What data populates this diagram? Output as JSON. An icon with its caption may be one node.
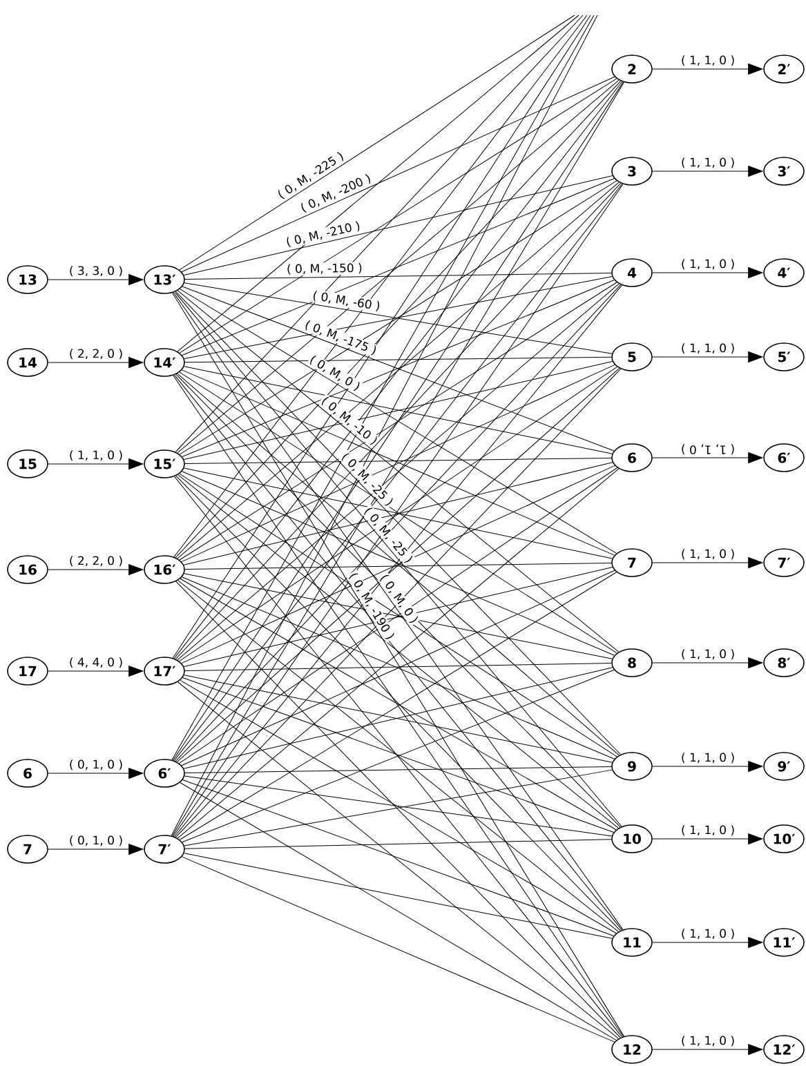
{
  "diagram": {
    "nodes": [
      {
        "text": [
          "13"
        ]
      },
      {
        "text": [
          "13′"
        ]
      },
      {
        "text": [
          "14"
        ]
      },
      {
        "text": [
          "14′"
        ]
      },
      {
        "text": [
          "15"
        ]
      },
      {
        "text": [
          "15′"
        ]
      },
      {
        "text": [
          "16"
        ]
      },
      {
        "text": [
          "16′"
        ]
      },
      {
        "text": [
          "17"
        ]
      },
      {
        "text": [
          "17′"
        ]
      },
      {
        "text": [
          "6"
        ]
      },
      {
        "text": [
          "6′"
        ]
      },
      {
        "text": [
          "7"
        ]
      },
      {
        "text": [
          "7′"
        ]
      },
      {
        "text": [
          "2"
        ]
      },
      {
        "text": [
          "2′"
        ]
      },
      {
        "text": [
          "3"
        ]
      },
      {
        "text": [
          "3′"
        ]
      },
      {
        "text": [
          "4"
        ]
      },
      {
        "text": [
          "4′"
        ]
      },
      {
        "text": [
          "5"
        ]
      },
      {
        "text": [
          "5′"
        ]
      },
      {
        "text": [
          "6"
        ]
      },
      {
        "text": [
          "6′"
        ]
      },
      {
        "text": [
          "7"
        ]
      },
      {
        "text": [
          "7′"
        ]
      },
      {
        "text": [
          "8"
        ]
      },
      {
        "text": [
          "8′"
        ]
      },
      {
        "text": [
          "9"
        ]
      },
      {
        "text": [
          "9′"
        ]
      },
      {
        "text": [
          "10"
        ]
      },
      {
        "text": [
          "10′"
        ]
      },
      {
        "text": [
          "11"
        ]
      },
      {
        "text": [
          "11′"
        ]
      },
      {
        "text": [
          "12"
        ]
      },
      {
        "text": [
          "12′"
        ]
      }
    ],
    "edges": [
      {
        "from": 0,
        "to": 1,
        "arrow": "to",
        "label": "( 3, 3, 0 )"
      },
      {
        "from": 2,
        "to": 3,
        "arrow": "to",
        "label": "( 2, 2, 0 )"
      },
      {
        "from": 4,
        "to": 5,
        "arrow": "to",
        "label": "( 1, 1, 0 )"
      },
      {
        "from": 6,
        "to": 7,
        "arrow": "to",
        "label": "( 2, 2, 0 )"
      },
      {
        "from": 8,
        "to": 9,
        "arrow": "to",
        "label": "( 4, 4, 0 )"
      },
      {
        "from": 10,
        "to": 11,
        "arrow": "to",
        "label": "( 0, 1, 0 )"
      },
      {
        "from": 12,
        "to": 13,
        "arrow": "to",
        "label": "( 0, 1, 0 )"
      },
      {
        "from": 14,
        "to": 15,
        "arrow": "to",
        "label": "( 1, 1, 0 )"
      },
      {
        "from": 16,
        "to": 17,
        "arrow": "to",
        "label": "( 1, 1, 0 )"
      },
      {
        "from": 18,
        "to": 19,
        "arrow": "to",
        "label": "( 1, 1, 0 )"
      },
      {
        "from": 20,
        "to": 21,
        "arrow": "to",
        "label": "( 1, 1, 0 )"
      },
      {
        "from": 22,
        "to": 23,
        "arrow": "to",
        "label": "( 1, 1, 0 )"
      },
      {
        "from": 24,
        "to": 25,
        "arrow": "to",
        "label": "( 1, 1, 0 )"
      },
      {
        "from": 26,
        "to": 27,
        "arrow": "to",
        "label": "( 1, 1, 0 )"
      },
      {
        "from": 28,
        "to": 29,
        "arrow": "to",
        "label": "( 1, 1, 0 )"
      },
      {
        "from": 30,
        "to": 31,
        "arrow": "to",
        "label": "( 1, 1, 0 )"
      },
      {
        "from": 32,
        "to": 33,
        "arrow": "to",
        "label": "( 1, 1, 0 )"
      },
      {
        "from": 34,
        "to": 35,
        "arrow": "to",
        "label": "( 1, 1, 0 )"
      },
      {
        "from": 1,
        "to": null,
        "arrow": "none",
        "label": "( 0, M, -225 )"
      },
      {
        "from": 1,
        "to": 14,
        "arrow": "none",
        "label": "( 0, M, -200 )"
      },
      {
        "from": 1,
        "to": 16,
        "arrow": "none",
        "label": "( 0, M, -210 )"
      },
      {
        "from": 1,
        "to": 18,
        "arrow": "none",
        "label": "( 0, M, -150 )"
      },
      {
        "from": 1,
        "to": 20,
        "arrow": "none",
        "label": "( 0, M, -60 )"
      },
      {
        "from": 1,
        "to": 22,
        "arrow": "none",
        "label": "( 0, M, -175 )"
      },
      {
        "from": 1,
        "to": 24,
        "arrow": "none",
        "label": "( 0, M, 0 )"
      },
      {
        "from": 1,
        "to": 26,
        "arrow": "none",
        "label": "( 0, M, -10 )"
      },
      {
        "from": 1,
        "to": 28,
        "arrow": "none",
        "label": "( 0, M, -25 )"
      },
      {
        "from": 1,
        "to": 30,
        "arrow": "none",
        "label": "( 0, M, -25 )"
      },
      {
        "from": 1,
        "to": 32,
        "arrow": "none",
        "label": "( 0, M, 0 )"
      },
      {
        "from": 1,
        "to": 34,
        "arrow": "none",
        "label": "( 0, M, -190 )"
      },
      {
        "from": 3,
        "to": null,
        "arrow": "none"
      },
      {
        "from": 3,
        "to": 14,
        "arrow": "none"
      },
      {
        "from": 3,
        "to": 16,
        "arrow": "none"
      },
      {
        "from": 3,
        "to": 18,
        "arrow": "none"
      },
      {
        "from": 3,
        "to": 20,
        "arrow": "none"
      },
      {
        "from": 3,
        "to": 22,
        "arrow": "none"
      },
      {
        "from": 3,
        "to": 24,
        "arrow": "none"
      },
      {
        "from": 3,
        "to": 26,
        "arrow": "none"
      },
      {
        "from": 3,
        "to": 28,
        "arrow": "none"
      },
      {
        "from": 3,
        "to": 30,
        "arrow": "none"
      },
      {
        "from": 3,
        "to": 32,
        "arrow": "none"
      },
      {
        "from": 3,
        "to": 34,
        "arrow": "none"
      },
      {
        "from": 5,
        "to": null,
        "arrow": "none"
      },
      {
        "from": 5,
        "to": 14,
        "arrow": "none"
      },
      {
        "from": 5,
        "to": 16,
        "arrow": "none"
      },
      {
        "from": 5,
        "to": 18,
        "arrow": "none"
      },
      {
        "from": 5,
        "to": 20,
        "arrow": "none"
      },
      {
        "from": 5,
        "to": 22,
        "arrow": "none"
      },
      {
        "from": 5,
        "to": 24,
        "arrow": "none"
      },
      {
        "from": 5,
        "to": 26,
        "arrow": "none"
      },
      {
        "from": 5,
        "to": 28,
        "arrow": "none"
      },
      {
        "from": 5,
        "to": 30,
        "arrow": "none"
      },
      {
        "from": 5,
        "to": 32,
        "arrow": "none"
      },
      {
        "from": 5,
        "to": 34,
        "arrow": "none"
      },
      {
        "from": 7,
        "to": null,
        "arrow": "none"
      },
      {
        "from": 7,
        "to": 14,
        "arrow": "none"
      },
      {
        "from": 7,
        "to": 16,
        "arrow": "none"
      },
      {
        "from": 7,
        "to": 18,
        "arrow": "none"
      },
      {
        "from": 7,
        "to": 20,
        "arrow": "none"
      },
      {
        "from": 7,
        "to": 22,
        "arrow": "none"
      },
      {
        "from": 7,
        "to": 24,
        "arrow": "none"
      },
      {
        "from": 7,
        "to": 26,
        "arrow": "none"
      },
      {
        "from": 7,
        "to": 28,
        "arrow": "none"
      },
      {
        "from": 7,
        "to": 30,
        "arrow": "none"
      },
      {
        "from": 7,
        "to": 32,
        "arrow": "none"
      },
      {
        "from": 7,
        "to": 34,
        "arrow": "none"
      },
      {
        "from": 9,
        "to": null,
        "arrow": "none"
      },
      {
        "from": 9,
        "to": 14,
        "arrow": "none"
      },
      {
        "from": 9,
        "to": 16,
        "arrow": "none"
      },
      {
        "from": 9,
        "to": 18,
        "arrow": "none"
      },
      {
        "from": 9,
        "to": 20,
        "arrow": "none"
      },
      {
        "from": 9,
        "to": 22,
        "arrow": "none"
      },
      {
        "from": 9,
        "to": 24,
        "arrow": "none"
      },
      {
        "from": 9,
        "to": 26,
        "arrow": "none"
      },
      {
        "from": 9,
        "to": 28,
        "arrow": "none"
      },
      {
        "from": 9,
        "to": 30,
        "arrow": "none"
      },
      {
        "from": 9,
        "to": 32,
        "arrow": "none"
      },
      {
        "from": 9,
        "to": 34,
        "arrow": "none"
      },
      {
        "from": 11,
        "to": null,
        "arrow": "none"
      },
      {
        "from": 11,
        "to": 14,
        "arrow": "none"
      },
      {
        "from": 11,
        "to": 16,
        "arrow": "none"
      },
      {
        "from": 11,
        "to": 18,
        "arrow": "none"
      },
      {
        "from": 11,
        "to": 20,
        "arrow": "none"
      },
      {
        "from": 11,
        "to": 22,
        "arrow": "none"
      },
      {
        "from": 11,
        "to": 24,
        "arrow": "none"
      },
      {
        "from": 11,
        "to": 26,
        "arrow": "none"
      },
      {
        "from": 11,
        "to": 28,
        "arrow": "none"
      },
      {
        "from": 11,
        "to": 30,
        "arrow": "none"
      },
      {
        "from": 11,
        "to": 32,
        "arrow": "none"
      },
      {
        "from": 11,
        "to": 34,
        "arrow": "none"
      },
      {
        "from": 13,
        "to": null,
        "arrow": "none"
      },
      {
        "from": 13,
        "to": 14,
        "arrow": "none"
      },
      {
        "from": 13,
        "to": 16,
        "arrow": "none"
      },
      {
        "from": 13,
        "to": 18,
        "arrow": "none"
      },
      {
        "from": 13,
        "to": 20,
        "arrow": "none"
      },
      {
        "from": 13,
        "to": 22,
        "arrow": "none"
      },
      {
        "from": 13,
        "to": 24,
        "arrow": "none"
      },
      {
        "from": 13,
        "to": 26,
        "arrow": "none"
      },
      {
        "from": 13,
        "to": 28,
        "arrow": "none"
      },
      {
        "from": 13,
        "to": 30,
        "arrow": "none"
      },
      {
        "from": 13,
        "to": 32,
        "arrow": "none"
      },
      {
        "from": 13,
        "to": 34,
        "arrow": "none"
      }
    ]
  }
}
